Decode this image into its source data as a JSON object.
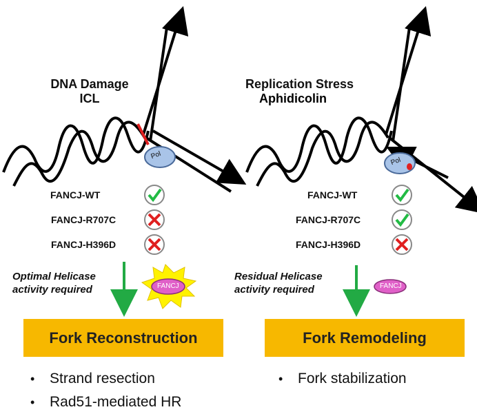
{
  "left_panel": {
    "title_line1": "DNA Damage",
    "title_line2": "ICL",
    "polymerase_label": "Pol",
    "variants": [
      {
        "label": "FANCJ-WT",
        "status": "check"
      },
      {
        "label": "FANCJ-R707C",
        "status": "cross"
      },
      {
        "label": "FANCJ-H396D",
        "status": "cross"
      }
    ],
    "note_line1": "Optimal Helicase",
    "note_line2": "activity required",
    "protein_label": "FANCJ",
    "outcome": "Fork Reconstruction",
    "bullets": [
      "Strand resection",
      "Rad51-mediated HR"
    ]
  },
  "right_panel": {
    "title_line1": "Replication Stress",
    "title_line2": "Aphidicolin",
    "polymerase_label": "Pol",
    "variants": [
      {
        "label": "FANCJ-WT",
        "status": "check"
      },
      {
        "label": "FANCJ-R707C",
        "status": "check"
      },
      {
        "label": "FANCJ-H396D",
        "status": "cross"
      }
    ],
    "note_line1": "Residual Helicase",
    "note_line2": "activity required",
    "protein_label": "FANCJ",
    "outcome": "Fork Remodeling",
    "bullets": [
      "Fork stabilization"
    ]
  },
  "colors": {
    "outcome_box": "#f7b800",
    "arrow": "#22aa44",
    "check": "#22bb44",
    "cross": "#e02020",
    "polymerase": "#a9c4e8",
    "fancj": "#e060c8",
    "burst": "#fff200",
    "crosslink": "#e02020"
  }
}
